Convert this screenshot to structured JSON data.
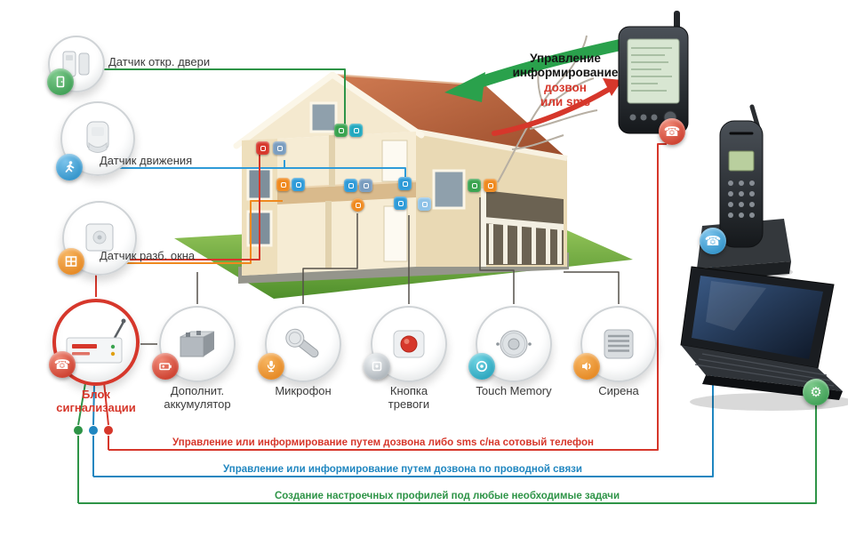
{
  "sensors": [
    {
      "label": "Датчик откр. двери",
      "icon": "door-icon",
      "color": "#2e9447"
    },
    {
      "label": "Датчик движения",
      "icon": "motion-icon",
      "color": "#1f86c0"
    },
    {
      "label": "Датчик разб. окна",
      "icon": "window-icon",
      "color": "#e07c12"
    }
  ],
  "alarm_unit": {
    "label_line1": "Блок",
    "label_line2": "сигнализации",
    "icon": "phone-icon",
    "color": "#d6372b"
  },
  "peripherals": [
    {
      "label_line1": "Дополнит.",
      "label_line2": "аккумулятор",
      "icon": "battery-icon"
    },
    {
      "label_line1": "Микрофон",
      "label_line2": "",
      "icon": "microphone-icon"
    },
    {
      "label_line1": "Кнопка",
      "label_line2": "тревоги",
      "icon": "panic-button-icon"
    },
    {
      "label_line1": "Touch Memory",
      "label_line2": "",
      "icon": "touch-memory-icon"
    },
    {
      "label_line1": "Сирена",
      "label_line2": "",
      "icon": "siren-icon"
    }
  ],
  "callout": {
    "black_line1": "Управление",
    "black_line2": "информирование",
    "red_line1": "дозвон",
    "red_line2": "или sms"
  },
  "legend": [
    {
      "text": "Управление или информирование путем дозвона либо sms с/на сотовый телефон",
      "color": "#d6372b"
    },
    {
      "text": "Управление или информирование путем дозвона по проводной связи",
      "color": "#1f86c0"
    },
    {
      "text": "Создание настроечных профилей под любые необходимые задачи",
      "color": "#2e9447"
    }
  ],
  "glyphs": {
    "phone": "☎",
    "gear": "⚙"
  }
}
